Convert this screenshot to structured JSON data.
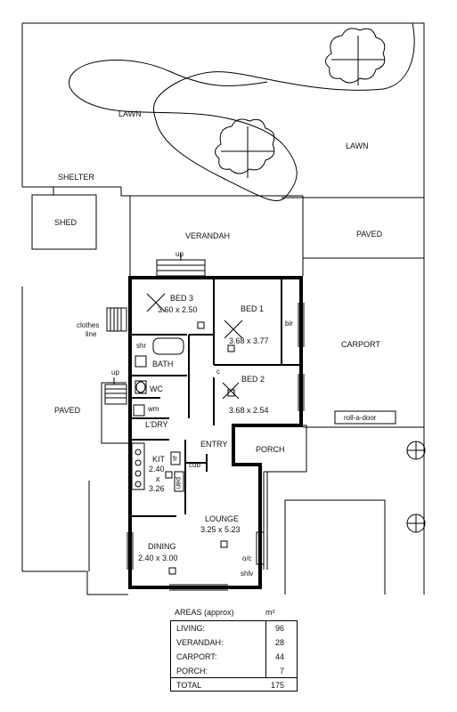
{
  "labels": {
    "lawn_left": "LAWN",
    "lawn_right": "LAWN",
    "shelter": "SHELTER",
    "shed": "SHED",
    "verandah": "VERANDAH",
    "paved_top": "PAVED",
    "paved_left": "PAVED",
    "carport": "CARPORT",
    "roll_a_door": "roll-a-door",
    "clothes_line_1": "clothes",
    "clothes_line_2": "line",
    "up_top": "up",
    "up_side": "up",
    "bed3_name": "BED 3",
    "bed3_dim": "3.60 x 2.50",
    "bed1_name": "BED 1",
    "bed1_dim": "3.68 x 3.77",
    "bir": "bir",
    "shr": "shr",
    "bath": "BATH",
    "c": "c",
    "bed2_name": "BED 2",
    "bed2_dim": "3.68 x 2.54",
    "wc": "WC",
    "wm": "wm",
    "ldry": "L'DRY",
    "entry": "ENTRY",
    "porch": "PORCH",
    "kit": "KIT",
    "fr": "fr",
    "kit_dim_1": "2.40",
    "kit_dim_x": "x",
    "kit_dim_2": "3.26",
    "cub": "cub",
    "pan": "pan",
    "lounge_name": "LOUNGE",
    "lounge_dim": "3.25 x 5.23",
    "dining_name": "DINING",
    "dining_dim": "2.40 x 3.00",
    "oc": "o/c",
    "shlv": "shlv"
  },
  "areas": {
    "title": "AREAS (approx)",
    "unit": "m²",
    "rows": [
      {
        "key": "LIVING:",
        "value": "96"
      },
      {
        "key": "VERANDAH:",
        "value": "28"
      },
      {
        "key": "CARPORT:",
        "value": "44"
      },
      {
        "key": "PORCH:",
        "value": "7"
      }
    ],
    "total": {
      "key": "TOTAL",
      "value": "175"
    }
  }
}
